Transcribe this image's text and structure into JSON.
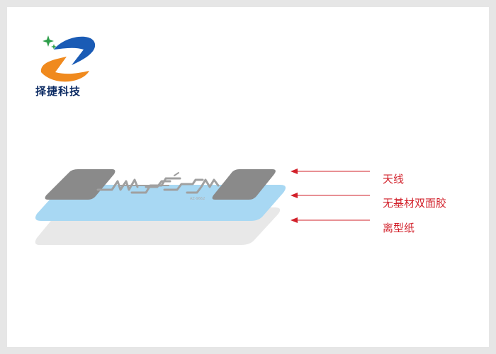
{
  "brand": {
    "name": "择捷科技",
    "colors": {
      "blue": "#1a5bb5",
      "orange": "#f08a1e",
      "star": "#2e9e4a",
      "text": "#0c2b63"
    }
  },
  "labels": {
    "antenna": "天线",
    "adhesive": "无基材双面胶",
    "release_paper": "离型纸"
  },
  "layer_colors": {
    "antenna_pads": "#8a8a8a",
    "adhesive": "#a8d8f3",
    "release_paper": "#e8e8e8",
    "arrows": "#d2202a"
  },
  "antenna_mark": "AZ-9662"
}
